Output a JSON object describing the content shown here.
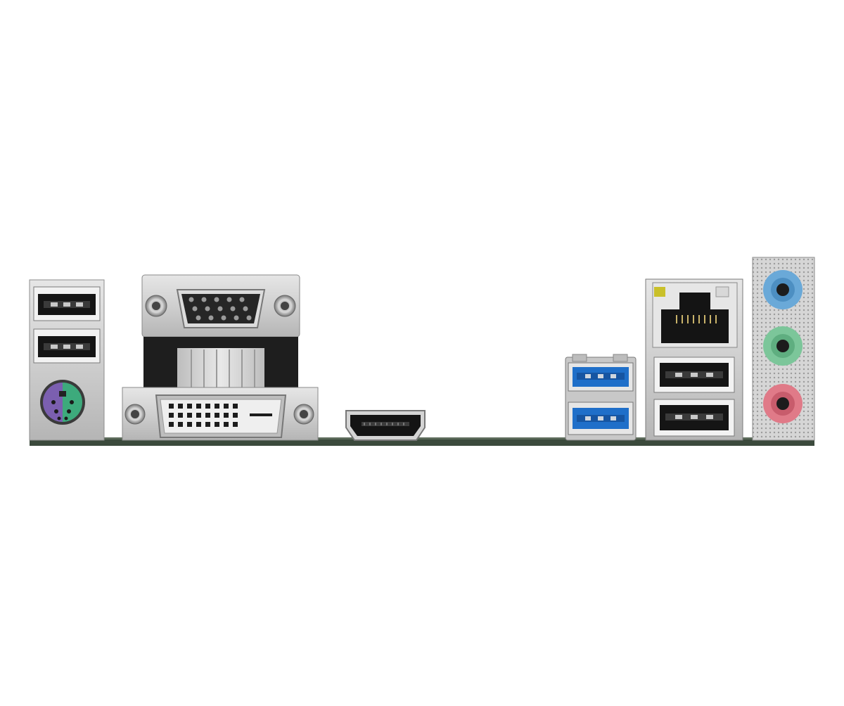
{
  "io_panel": {
    "ports": [
      {
        "type": "usb-2.0",
        "count": 2,
        "color": "#2a2a2a"
      },
      {
        "type": "ps2-combo",
        "count": 1,
        "colors": [
          "#7b5fb0",
          "#3daa7c"
        ]
      },
      {
        "type": "d-sub-vga",
        "count": 1,
        "color": "#2b2b2b"
      },
      {
        "type": "dvi-d",
        "count": 1,
        "color": "#e6e6e6"
      },
      {
        "type": "hdmi",
        "count": 1,
        "color": "#1c1c1c"
      },
      {
        "type": "usb-3.2",
        "count": 2,
        "color": "#1f6fc9"
      },
      {
        "type": "rj45-lan",
        "count": 1,
        "led_colors": [
          "#c9c02a",
          "#d8d8d8"
        ]
      },
      {
        "type": "usb-2.0",
        "count": 2,
        "color": "#2a2a2a"
      },
      {
        "type": "audio-jack",
        "count": 3,
        "colors": [
          "#5fa8de",
          "#66c08a",
          "#e0707e"
        ]
      }
    ],
    "colors": {
      "metal": "#cfcfcf",
      "metal_dark": "#9a9a9a",
      "pcb": "#3b4a3c",
      "background": "#ffffff"
    }
  }
}
